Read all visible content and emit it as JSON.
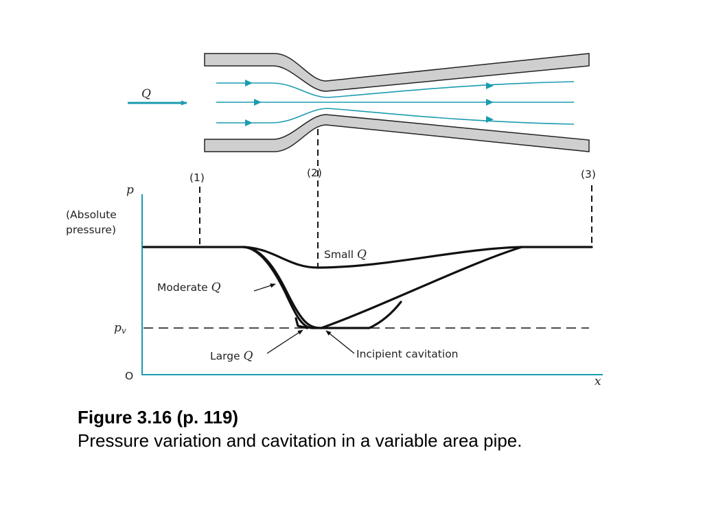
{
  "diagram": {
    "flow_label": "Q",
    "sections": [
      "(1)",
      "(2)",
      "(3)"
    ],
    "axis": {
      "y_symbol": "p",
      "y_description_line1": "(Absolute",
      "y_description_line2": "pressure)",
      "x_symbol": "x",
      "origin": "O",
      "vapor_pressure_label": "p",
      "vapor_pressure_subscript": "v"
    },
    "curves": [
      {
        "label": "Small",
        "var": "Q"
      },
      {
        "label": "Moderate",
        "var": "Q"
      },
      {
        "label": "Large",
        "var": "Q"
      }
    ],
    "annotations": {
      "incipient": "Incipient cavitation"
    },
    "colors": {
      "flow": "#1a9bb0",
      "axis": "#1a9bb0",
      "wall": "#cfcfcf",
      "curve": "#111111"
    }
  },
  "caption": {
    "title": "Figure 3.16 (p. 119)",
    "text": "Pressure variation and cavitation in a variable area pipe."
  }
}
